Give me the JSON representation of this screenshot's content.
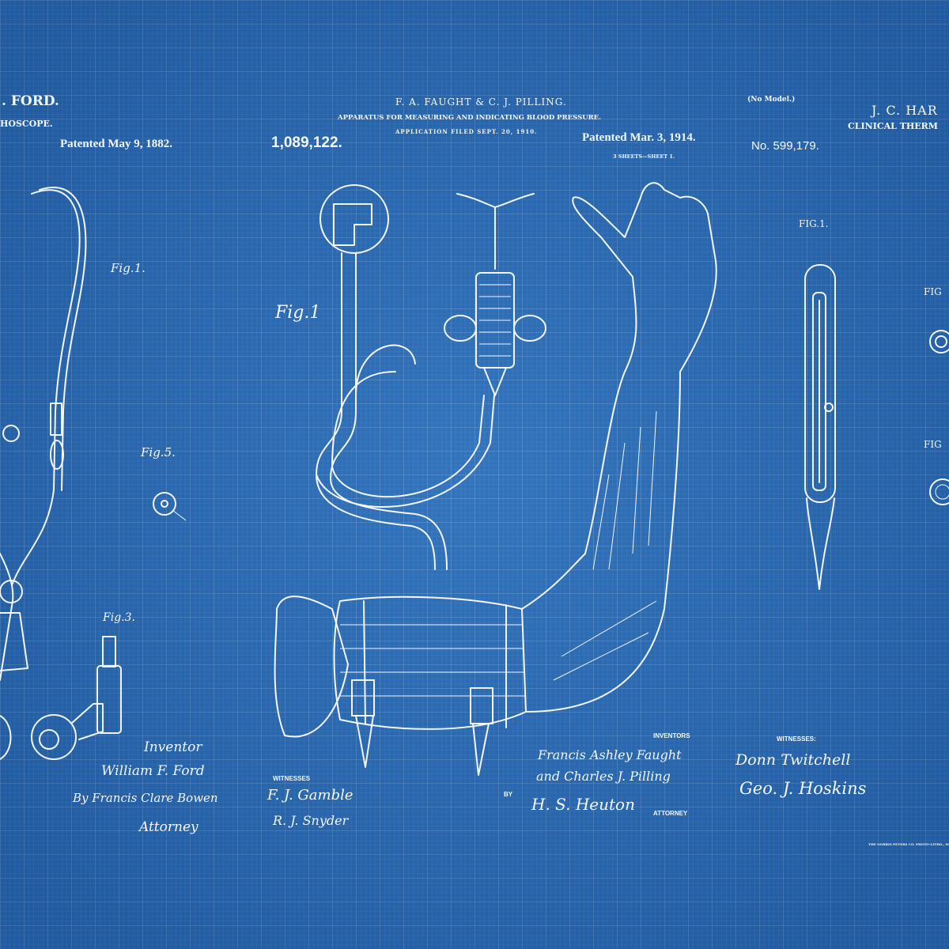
{
  "left_patent": {
    "inventor_header": ". FORD.",
    "title_fragment": "HOSCOPE.",
    "patented": "Patented May 9, 1882.",
    "figures": [
      "Fig.1.",
      "Fig.5.",
      "Fig.3."
    ],
    "inventor_label": "Inventor",
    "inventor_signature": "William F. Ford",
    "by_signature": "By Francis Clare Bowen",
    "attorney_label": "Attorney"
  },
  "center_patent": {
    "inventors_header": "F. A. FAUGHT & C. J. PILLING.",
    "title": "APPARATUS FOR MEASURING AND INDICATING BLOOD PRESSURE.",
    "application": "APPLICATION FILED SEPT. 20, 1910.",
    "number": "1,089,122.",
    "patented": "Patented Mar. 3, 1914.",
    "sheets": "3 SHEETS—SHEET 1.",
    "figure": "Fig.1",
    "witnesses_label": "WITNESSES",
    "witness_signatures": [
      "F. J. Gamble",
      "R. J. Snyder"
    ],
    "inventors_label": "INVENTORS",
    "inventor_signatures": [
      "Francis Ashley Faught",
      "and Charles J. Pilling"
    ],
    "by_label": "BY",
    "attorney_signature": "H. S. Heuton",
    "attorney_label": "ATTORNEY"
  },
  "right_patent": {
    "model_note": "(No Model.)",
    "inventor_header": "J. C. HAR",
    "title_fragment": "CLINICAL THERM",
    "number": "No. 599,179.",
    "figures": [
      "FIG.1.",
      "FIG",
      "FIG"
    ],
    "witnesses_label": "WITNESSES:",
    "witness_signatures": [
      "Donn Twitchell",
      "Geo. J. Hoskins"
    ],
    "printer_credit": "THE NORRIS PETERS CO. PHOTO-LITHO., W"
  },
  "colors": {
    "background": "#2c6db4",
    "linework": "#f2f6ff"
  }
}
